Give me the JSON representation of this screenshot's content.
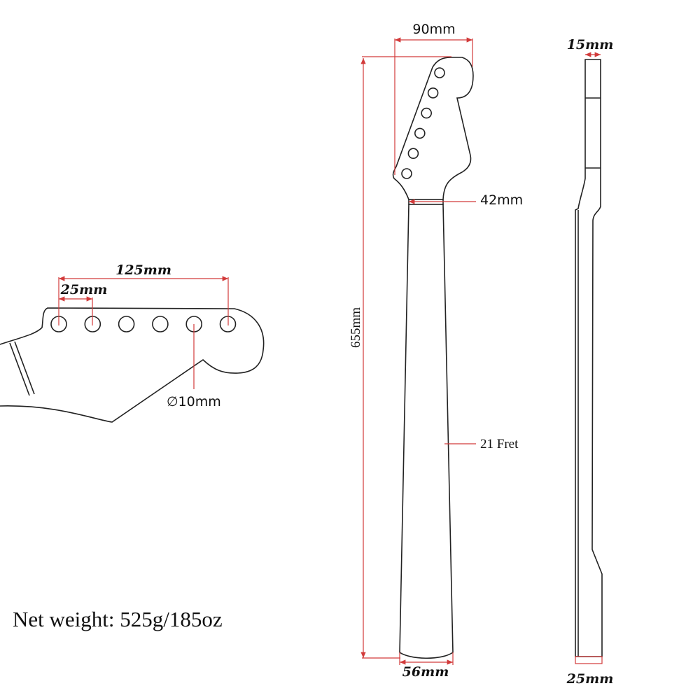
{
  "colors": {
    "dimension_line": "#d23a3a",
    "outline": "#222222",
    "background": "#ffffff"
  },
  "headstock_view": {
    "span_label": "125mm",
    "spacing_label": "25mm",
    "hole_diameter_label": "∅10mm",
    "hole_count": 6
  },
  "front_view": {
    "headstock_width_label": "90mm",
    "nut_width_label": "42mm",
    "length_label": "655mm",
    "frets_label": "21 Fret",
    "heel_width_label": "56mm",
    "hole_count": 6
  },
  "side_view": {
    "headstock_thickness_label": "15mm",
    "heel_thickness_label": "25mm"
  },
  "weight_label": "Net weight: 525g/185oz"
}
